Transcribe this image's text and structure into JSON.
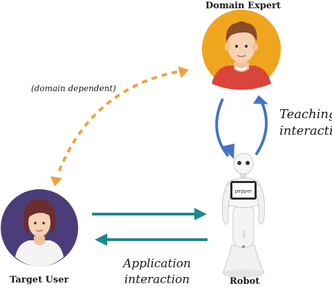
{
  "nodes": {
    "expert": {
      "label": "Domain Expert",
      "circle_color": "#f0a51e"
    },
    "user": {
      "label": "Target User",
      "circle_color": "#4b3d7a"
    },
    "robot": {
      "label": "Robot",
      "screen_text": "pepper"
    }
  },
  "edges": {
    "teaching": {
      "line1": "Teaching",
      "line2": "interaction",
      "color": "#4472c4"
    },
    "application": {
      "line1": "Application",
      "line2": "interaction",
      "color": "#1b8a8a"
    },
    "domain": {
      "label": "(domain dependent)",
      "color": "#f0a040"
    }
  }
}
